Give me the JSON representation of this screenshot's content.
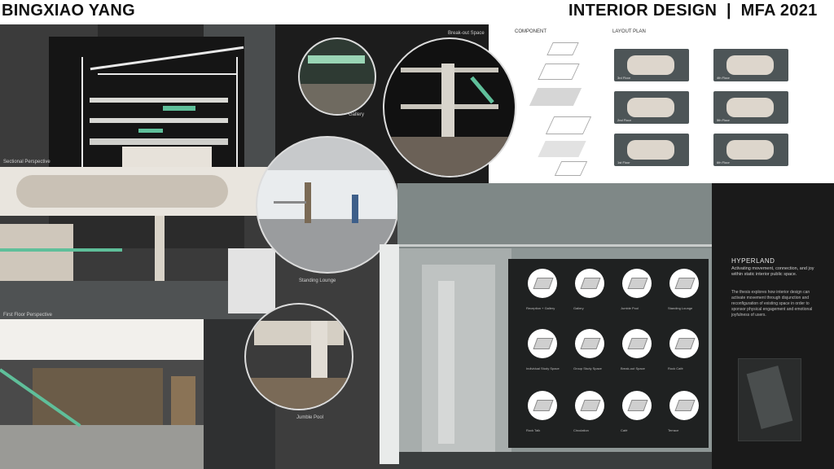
{
  "header": {
    "author": "BINGXIAO YANG",
    "program": "INTERIOR DESIGN",
    "separator": "|",
    "degree": "MFA 2021"
  },
  "labels": {
    "sectional_perspective": "Sectional Perspective",
    "first_floor_perspective": "First Floor Perspective",
    "breakout_space": "Break-out Space",
    "gallery": "Gallery",
    "standing_lounge": "Standing Lounge",
    "jumble_pool": "Jumble Pool",
    "component": "COMPONENT",
    "layout_plan": "LAYOUT PLAN"
  },
  "layout_plans": [
    "3rd Floor",
    "4th Floor",
    "2nd Floor",
    "5th Floor",
    "1st Floor",
    "6th Floor"
  ],
  "project": {
    "title": "HYPERLAND",
    "tagline": "Activating movement, connection, and joy within static interior public space.",
    "description": "The thesis explores how interior design can activate movement through disjunction and reconfiguration of existing space in order to sponsor physical engagement and emotional joyfulness of users."
  },
  "spaces": [
    "Reception + Gallery",
    "Gallery",
    "Jumble Pool",
    "Standing Lounge",
    "Individual Study Space",
    "Group Study Space",
    "Break-out Space",
    "Rock Café",
    "Rock Talk",
    "Circulation",
    "Café",
    "Terrace"
  ],
  "colors": {
    "accent_green": "#5fbf9a",
    "dark_panel": "#1c1c1c",
    "concrete": "#8e9796"
  }
}
